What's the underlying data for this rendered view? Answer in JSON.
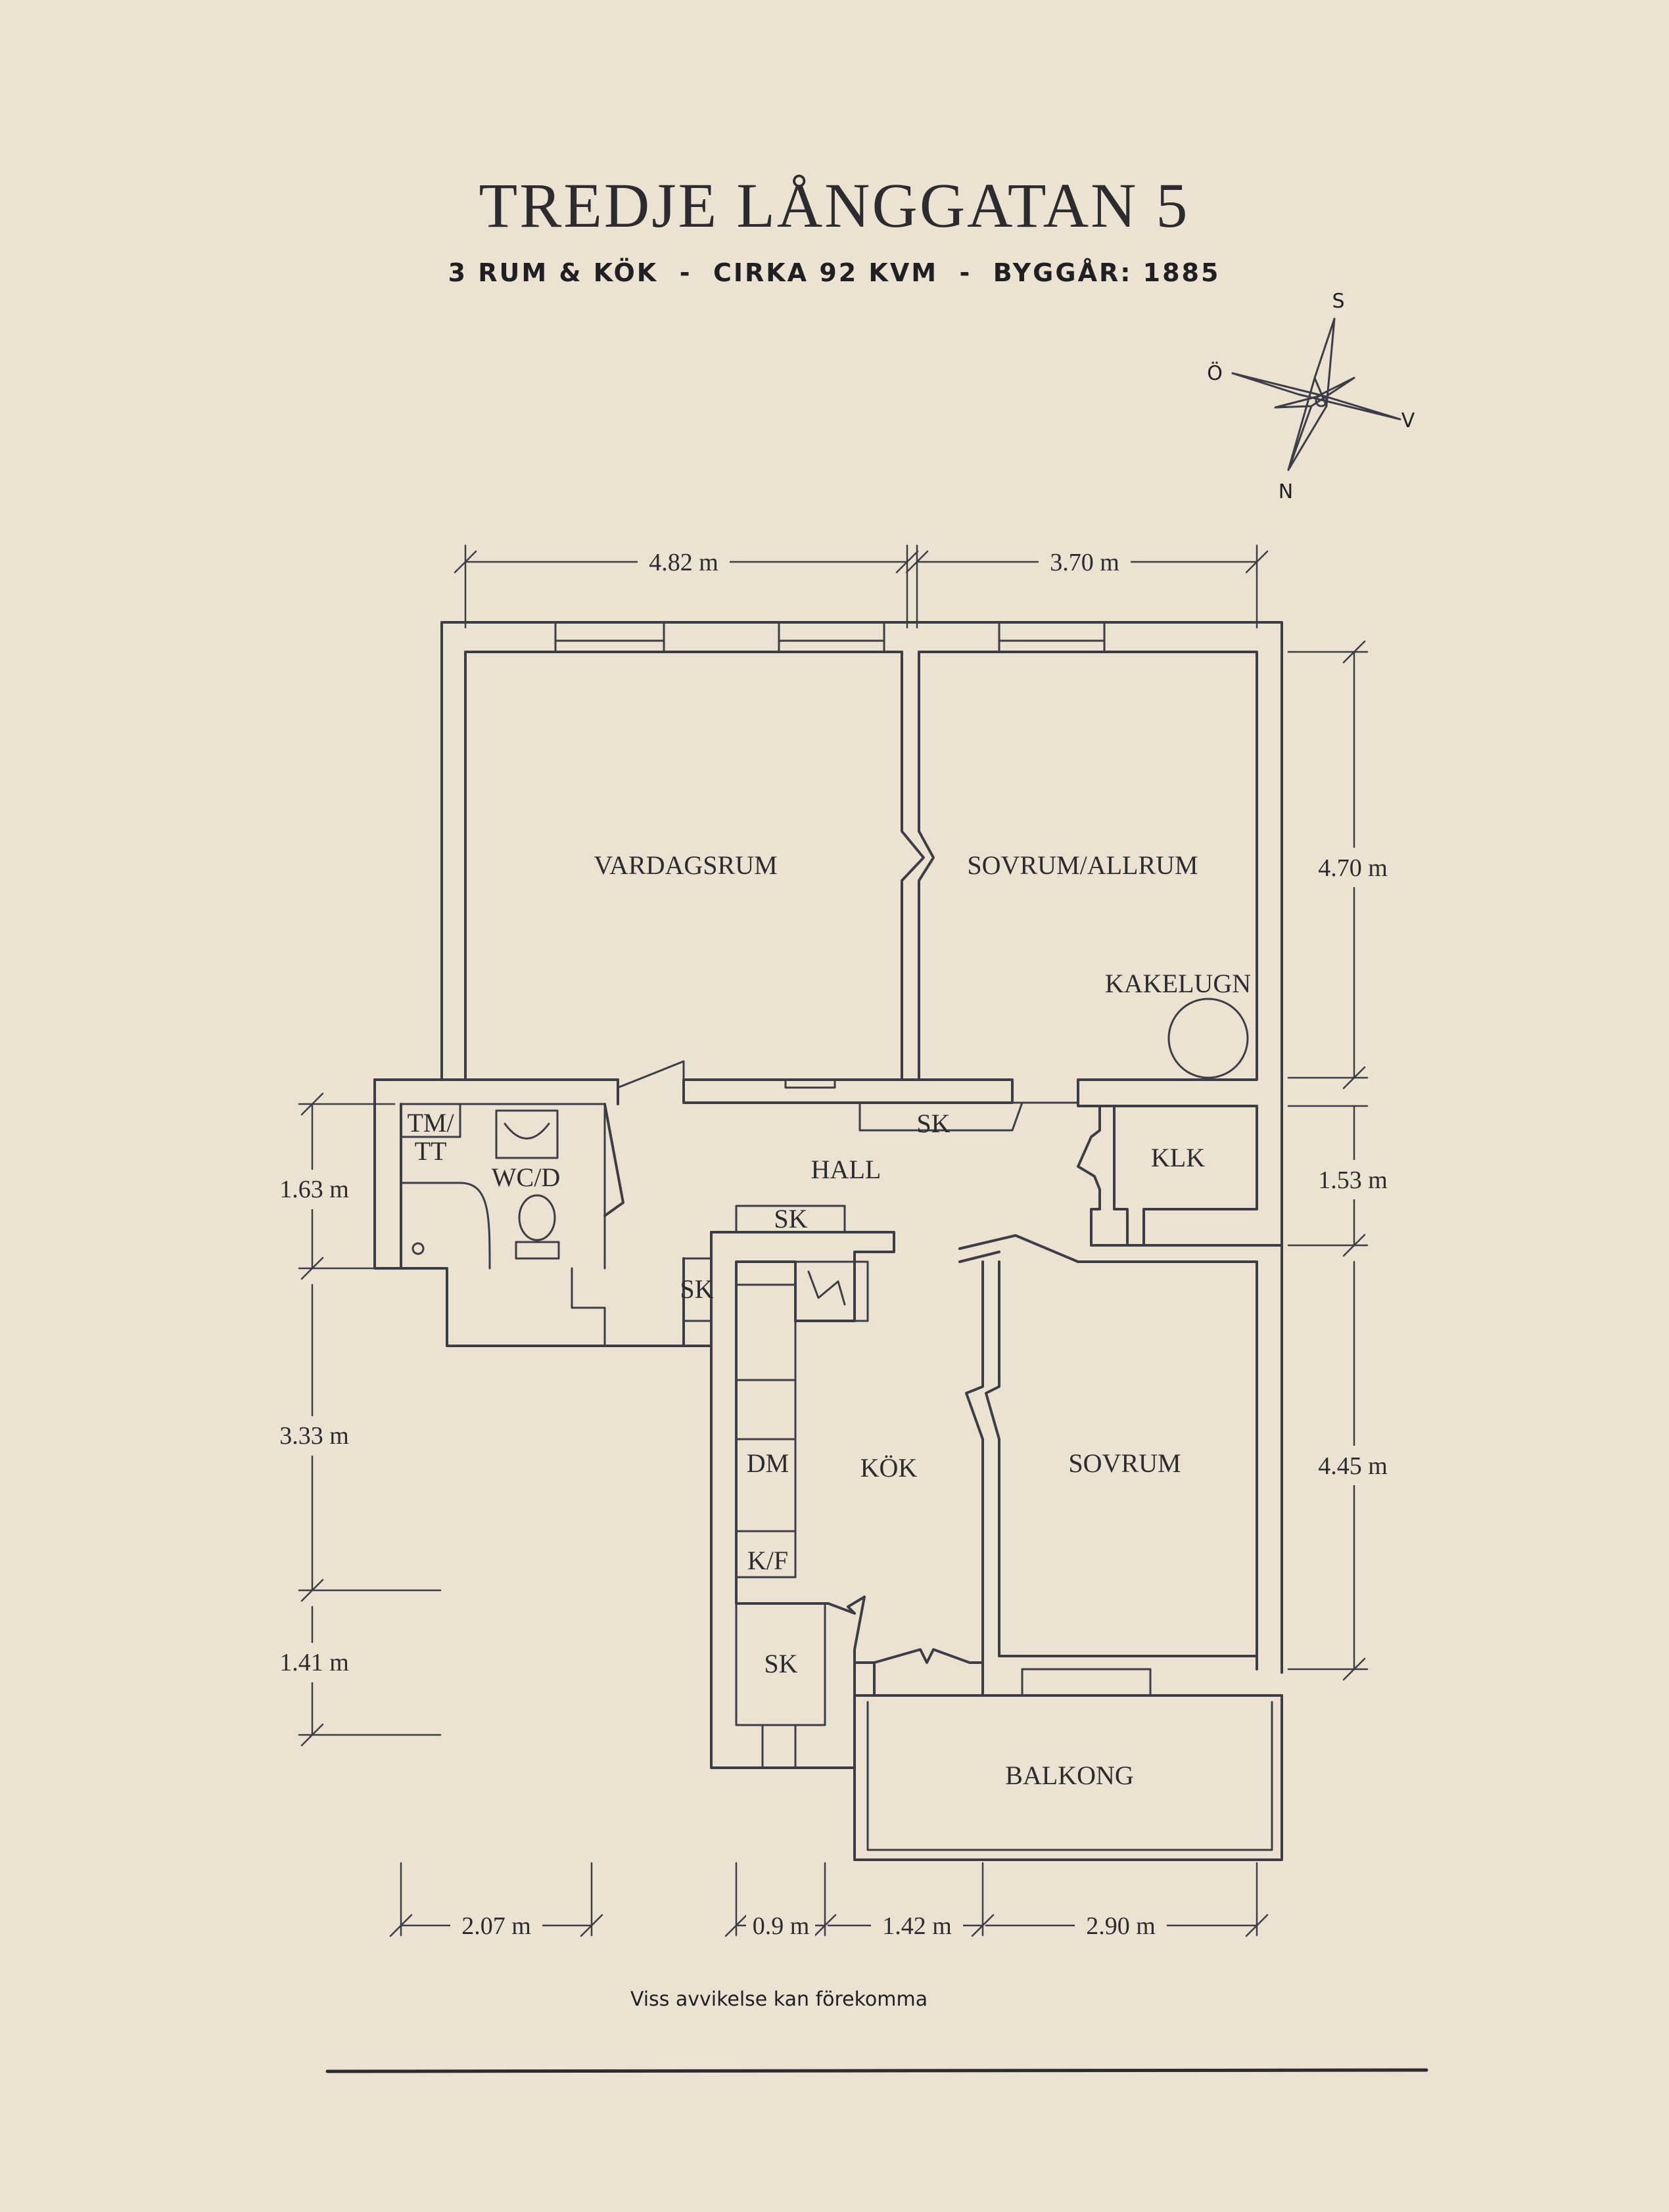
{
  "header": {
    "title": "TREDJE LÅNGGATAN 5",
    "subtitle": "3 RUM & KÖK  -  CIRKA 92 KVM  -  BYGGÅR: 1885"
  },
  "compass": {
    "south": "S",
    "east": "Ö",
    "west": "V",
    "north": "N"
  },
  "rooms": {
    "vardagsrum": "VARDAGSRUM",
    "sovrum_allrum": "SOVRUM/ALLRUM",
    "kakelugn": "KAKELUGN",
    "hall": "HALL",
    "wc": "WC/D",
    "tm_tt_1": "TM/",
    "tm_tt_2": "TT",
    "klk": "KLK",
    "kok": "KÖK",
    "sovrum": "SOVRUM",
    "balkong": "BALKONG",
    "sk_hall": "SK",
    "sk_top": "SK",
    "sk_side": "SK",
    "sk_kitchen": "SK",
    "dm": "DM",
    "kf": "K/F"
  },
  "dimensions": {
    "top_left": "4.82 m",
    "top_right": "3.70 m",
    "right_1": "4.70 m",
    "right_2": "1.53 m",
    "right_3": "4.45 m",
    "left_1": "1.63 m",
    "left_2": "3.33 m",
    "left_3": "1.41 m",
    "bottom_1": "2.07 m",
    "bottom_2": "0.9 m",
    "bottom_3": "1.42 m",
    "bottom_4": "2.90 m"
  },
  "footer": {
    "note": "Viss avvikelse kan förekomma"
  },
  "colors": {
    "background": "#ebe2d1",
    "ink": "#3d3d47",
    "text": "#2b2b30"
  }
}
